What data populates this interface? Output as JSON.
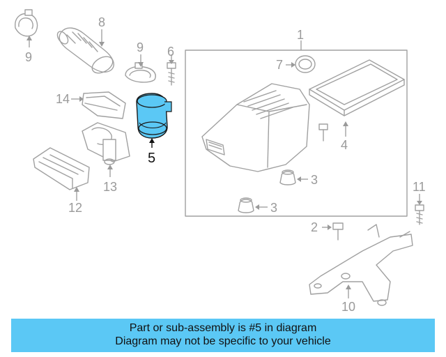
{
  "diagram": {
    "callouts": {
      "c1": "1",
      "c2": "2",
      "c3a": "3",
      "c3b": "3",
      "c4": "4",
      "c5": "5",
      "c6": "6",
      "c7": "7",
      "c8": "8",
      "c9a": "9",
      "c9b": "9",
      "c10": "10",
      "c11": "11",
      "c12": "12",
      "c13": "13",
      "c14": "14"
    },
    "highlighted_part": "5",
    "colors": {
      "highlight": "#5bc8f5",
      "line_art": "#a0a0a0",
      "callout_text": "#9a9a9a"
    }
  },
  "banner": {
    "line1": "Part or sub-assembly is #5 in diagram",
    "line2": "Diagram may not be specific to your vehicle",
    "background": "#5bc8f5"
  }
}
